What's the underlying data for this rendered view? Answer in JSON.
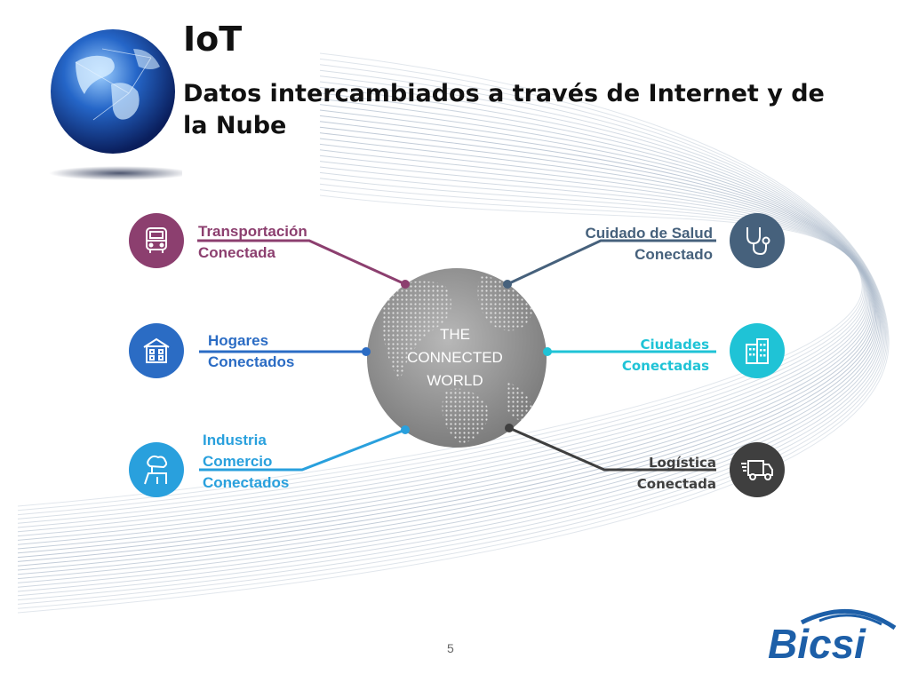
{
  "header": {
    "title": "IoT",
    "subtitle": "Datos intercambiados a través de Internet y de la Nube"
  },
  "center": {
    "line1": "THE",
    "line2": "CONNECTED",
    "line3": "WORLD"
  },
  "nodes": [
    {
      "line1": "Transportación",
      "line2": "Conectada",
      "icon": "bus-icon",
      "color": "#8c3f6f"
    },
    {
      "line1": "Hogares",
      "line2": "Conectados",
      "icon": "building-icon",
      "color": "#2b6cc4"
    },
    {
      "line1": "Industria",
      "line2": "Comercio",
      "line3": "Conectados",
      "icon": "factory-icon",
      "color": "#29a0dd"
    },
    {
      "line1": "Cuidado de Salud",
      "line2": "Conectado",
      "icon": "stethoscope-icon",
      "color": "#46617c"
    },
    {
      "line1": "Ciudades",
      "line2": "Conectadas",
      "icon": "city-icon",
      "color": "#1fc3d6"
    },
    {
      "line1": "Logística",
      "line2": "Conectada",
      "icon": "truck-icon",
      "color": "#3f3f3f"
    }
  ],
  "footer": {
    "page_number": "5",
    "logo_text": "Bicsi"
  }
}
